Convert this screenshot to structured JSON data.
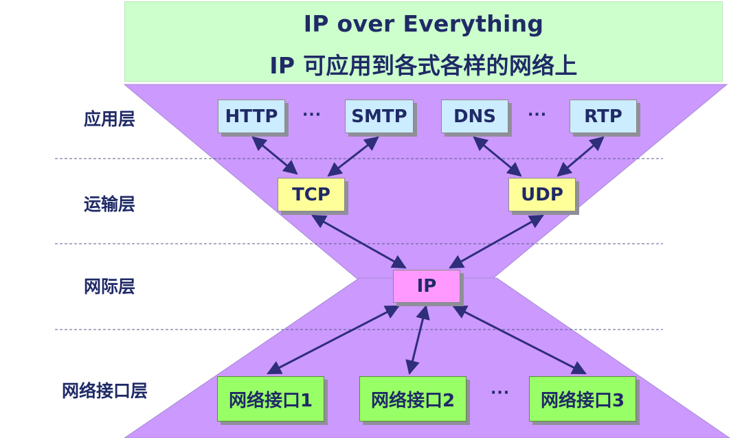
{
  "banner": {
    "title_line1": "IP over Everything",
    "title_line2": "IP 可应用到各式各样的网络上"
  },
  "layers": {
    "application": "应用层",
    "transport": "运输层",
    "internet": "网际层",
    "network_interface": "网络接口层"
  },
  "application_protocols": {
    "http": "HTTP",
    "smtp": "SMTP",
    "dns": "DNS",
    "rtp": "RTP",
    "ellipsis_left": "···",
    "ellipsis_right": "···"
  },
  "transport_protocols": {
    "tcp": "TCP",
    "udp": "UDP"
  },
  "internet_protocol": "IP",
  "network_interfaces": {
    "if1": "网络接口1",
    "if2": "网络接口2",
    "if3": "网络接口3",
    "ellipsis": "···"
  },
  "colors": {
    "banner_bg": "#ccffcc",
    "funnel_fill": "#cc99ff",
    "text": "#1f2a66",
    "app_box": "#ccecff",
    "transport_box": "#ffff99",
    "ip_box": "#ff99ff",
    "interface_box": "#99ff66",
    "arrow": "#2e2e7a"
  }
}
